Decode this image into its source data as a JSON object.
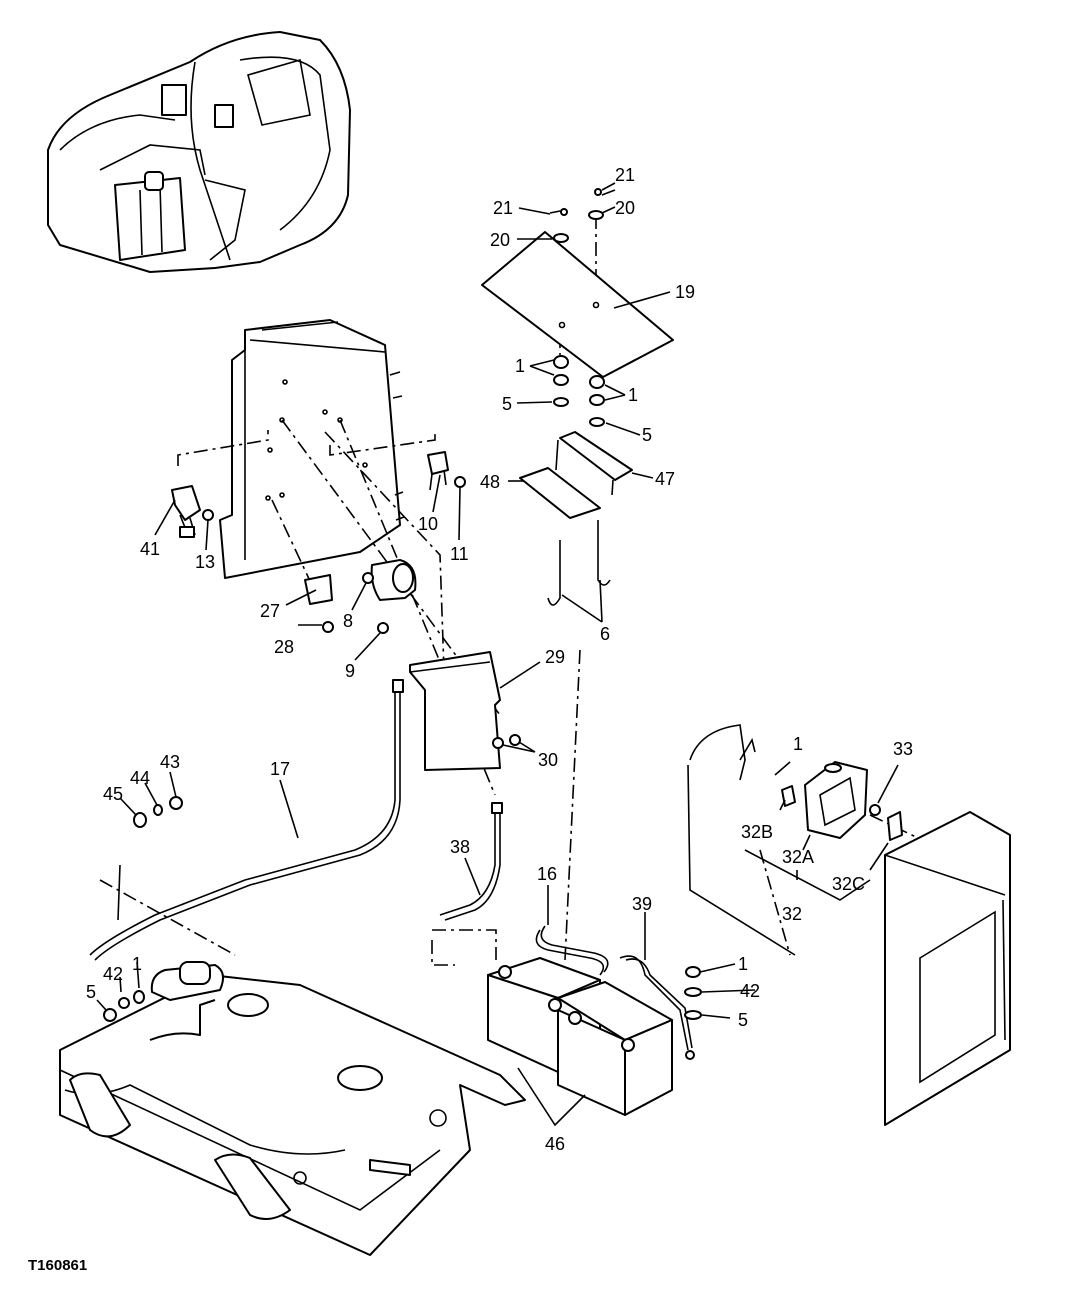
{
  "figure_id": "T160861",
  "callouts": {
    "c1a": "1",
    "c1b": "1",
    "c1c": "1",
    "c1d": "1",
    "c1e": "1",
    "c5a": "5",
    "c5b": "5",
    "c5c": "5",
    "c5d": "5",
    "c6": "6",
    "c8": "8",
    "c9": "9",
    "c10": "10",
    "c11": "11",
    "c13": "13",
    "c16": "16",
    "c17": "17",
    "c19": "19",
    "c20a": "20",
    "c20b": "20",
    "c21a": "21",
    "c21b": "21",
    "c27": "27",
    "c28": "28",
    "c29": "29",
    "c30": "30",
    "c32": "32",
    "c32a": "32A",
    "c32b": "32B",
    "c32c": "32C",
    "c33": "33",
    "c38": "38",
    "c39": "39",
    "c41": "41",
    "c42a": "42",
    "c42b": "42",
    "c43": "43",
    "c44": "44",
    "c45": "45",
    "c46": "46",
    "c47": "47",
    "c48": "48"
  }
}
